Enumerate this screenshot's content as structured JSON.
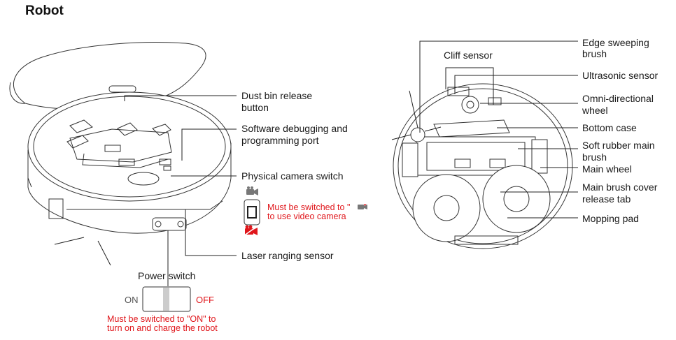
{
  "title": "Robot",
  "left_labels": {
    "dust_bin_release_button": [
      "Dust bin release",
      "button"
    ],
    "software_port": [
      "Software debugging and",
      "programming port"
    ],
    "physical_camera_switch": "Physical camera switch",
    "laser_ranging_sensor": "Laser ranging sensor",
    "power_switch": "Power switch"
  },
  "camera_note": [
    "Must be switched to \"",
    "\"",
    "to use video camera"
  ],
  "power_note": [
    "Must be switched to \"ON\" to",
    "turn on and charge the robot"
  ],
  "switch_states": {
    "on": "ON",
    "off": "OFF"
  },
  "right_labels": {
    "cliff_sensor": "Cliff sensor",
    "edge_sweeping_brush": [
      "Edge sweeping",
      "brush"
    ],
    "ultrasonic_sensor": "Ultrasonic sensor",
    "omni_wheel": [
      "Omni-directional",
      "wheel"
    ],
    "bottom_case": "Bottom case",
    "soft_rubber_brush": [
      "Soft rubber main",
      "brush"
    ],
    "main_wheel": "Main wheel",
    "main_brush_cover_tab": [
      "Main brush cover",
      "release tab"
    ],
    "mopping_pad": "Mopping pad"
  },
  "colors": {
    "warning": "#e0161b",
    "line": "#222222",
    "text": "#1a1a1a"
  },
  "icons": [
    "camera-icon",
    "camera-off-icon"
  ]
}
